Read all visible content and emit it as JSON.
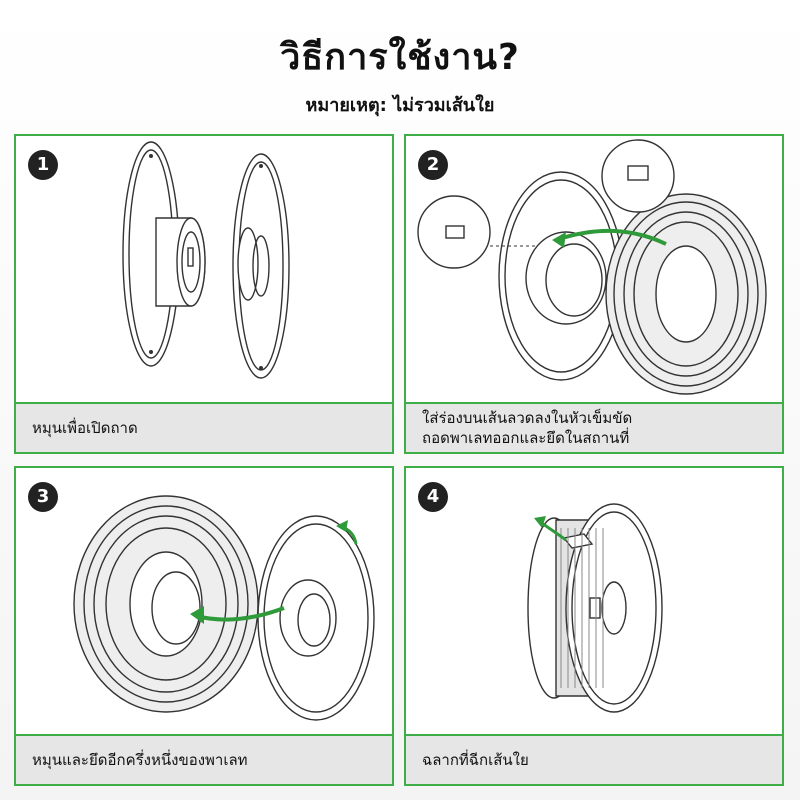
{
  "header": {
    "title": "วิธีการใช้งาน?",
    "note": "หมายเหตุ: ไม่รวมเส้นใย"
  },
  "colors": {
    "accent": "#3fae49",
    "caption_bg": "#e6e6e6"
  },
  "steps": [
    {
      "number": "1",
      "caption": [
        "หมุนเพื่อเปิดถาด"
      ]
    },
    {
      "number": "2",
      "caption": [
        "ใส่ร่องบนเส้นลวดลงในหัวเข็มขัด",
        "ถอดพาเลทออกและยึดในสถานที่"
      ]
    },
    {
      "number": "3",
      "caption": [
        "หมุนและยึดอีกครึ่งหนึ่งของพาเลท"
      ]
    },
    {
      "number": "4",
      "caption": [
        "ฉลากที่ฉีกเส้นใย"
      ]
    }
  ]
}
